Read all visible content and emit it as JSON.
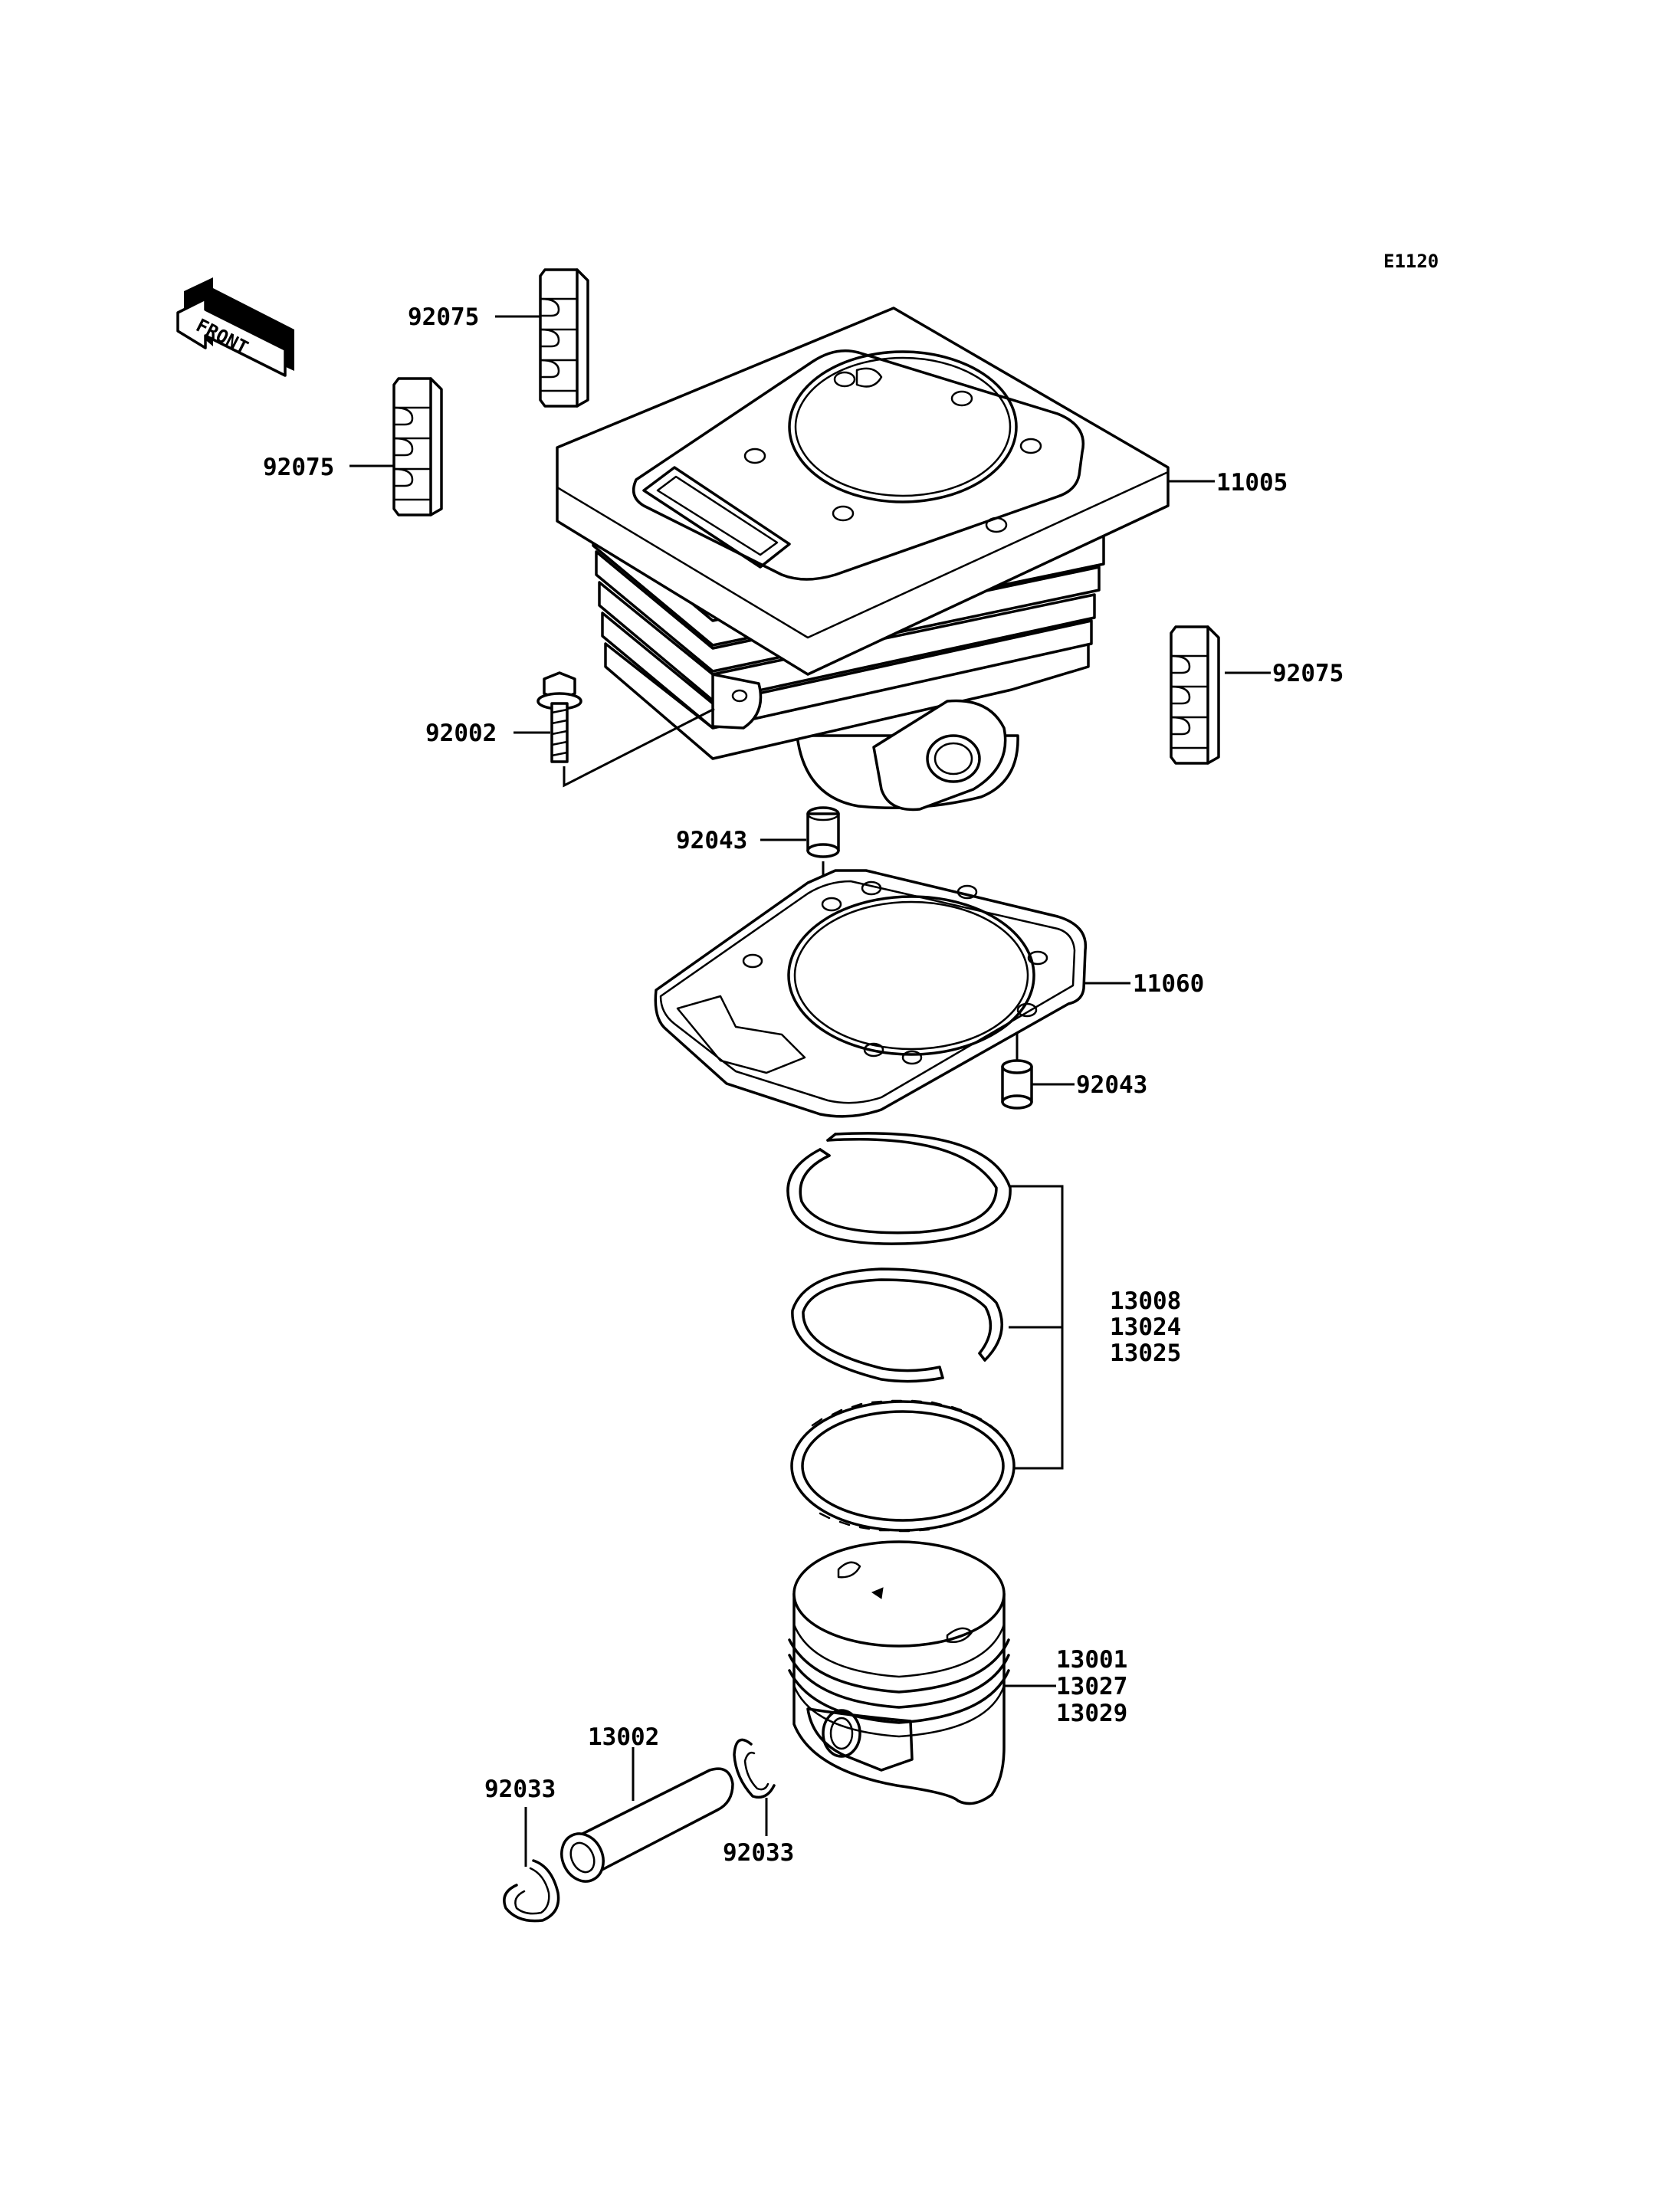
{
  "diagram_code": "E1120",
  "front_arrow_label": "FRONT",
  "callouts": {
    "cushion_top": "92075",
    "cushion_left": "92075",
    "cushion_right": "92075",
    "cylinder": "11005",
    "bolt": "92002",
    "dowel_upper": "92043",
    "gasket": "11060",
    "dowel_lower": "92043",
    "piston_rings": [
      "13008",
      "13024",
      "13025"
    ],
    "piston": [
      "13001",
      "13027",
      "13029"
    ],
    "piston_pin": "13002",
    "snap_ring_left": "92033",
    "snap_ring_right": "92033"
  }
}
